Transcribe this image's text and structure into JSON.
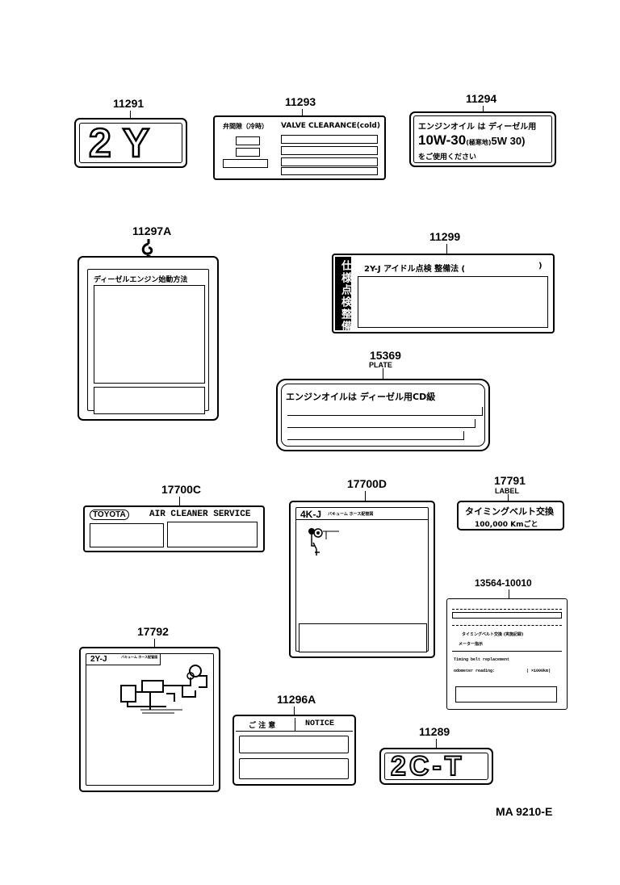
{
  "labels": {
    "p11291": {
      "number": "11291",
      "text": "2Y"
    },
    "p11293": {
      "number": "11293",
      "header_left": "弁間隙（冷時）",
      "header_right": "VALVE CLEARANCE(cold)"
    },
    "p11294": {
      "number": "11294",
      "line1": "エンジンオイル は ディーゼル用",
      "line2": "10W-30",
      "line2_small": "(極寒地)",
      "line2_tail": "5W 30)",
      "line3": "をご使用ください"
    },
    "p11297A": {
      "number": "11297A",
      "title": "ディーゼルエンジン始動方法"
    },
    "p11299": {
      "number": "11299",
      "side": "仕様点検整備",
      "header": "2Y-J アイドル点検 整備法 (",
      "header_tail": ")"
    },
    "p15369": {
      "number": "15369",
      "sub": "PLATE",
      "text": "エンジンオイルは ディーゼル用CD級"
    },
    "p17700C": {
      "number": "17700C",
      "brand": "TOYOTA",
      "title": "AIR CLEANER SERVICE"
    },
    "p17700D": {
      "number": "17700D",
      "header": "4K-J",
      "header_small": "バキューム ホース配管図"
    },
    "p17791": {
      "number": "17791",
      "sub": "LABEL",
      "line1": "タイミングベルト交換",
      "line2": "100,000 Kmごと"
    },
    "p13564": {
      "number": "13564-10010",
      "line_a": "タイミングベルト交換 (実施記録)",
      "line_b": "メーター指示",
      "line_c": "Timing belt replacement",
      "line_d": "odometer reading:",
      "line_d_tail": "( ×1000km)"
    },
    "p17792": {
      "number": "17792",
      "header": "2Y-J",
      "header_small": "バキューム ホース配管図"
    },
    "p11296A": {
      "number": "11296A",
      "left": "ご 注 意",
      "right": "NOTICE"
    },
    "p11289": {
      "number": "11289",
      "text": "2C-T"
    }
  },
  "footer": "MA 9210-E"
}
